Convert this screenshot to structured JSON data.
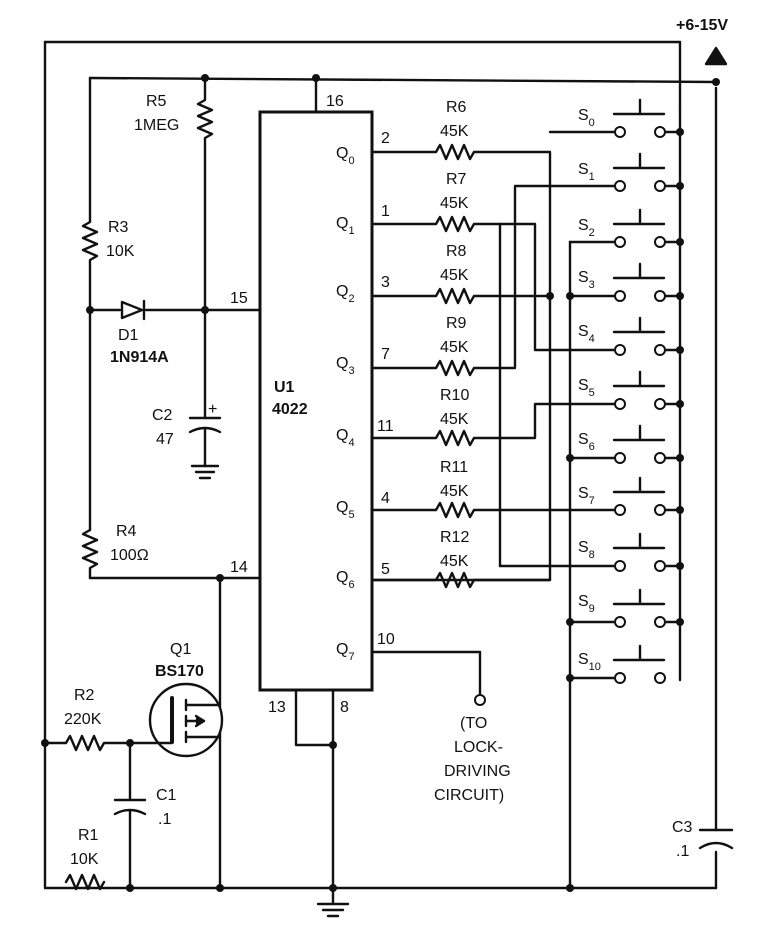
{
  "supply": "+6-15V",
  "u1": {
    "ref": "U1",
    "part": "4022"
  },
  "ic_pins": {
    "p16": "16",
    "p15": "15",
    "p14": "14",
    "p13": "13",
    "p8": "8",
    "q0": "2",
    "q1": "1",
    "q2": "3",
    "q3": "7",
    "q4": "11",
    "q5": "4",
    "q6": "5",
    "q7": "10"
  },
  "outputs": [
    {
      "base": "Q",
      "sub": "0"
    },
    {
      "base": "Q",
      "sub": "1"
    },
    {
      "base": "Q",
      "sub": "2"
    },
    {
      "base": "Q",
      "sub": "3"
    },
    {
      "base": "Q",
      "sub": "4"
    },
    {
      "base": "Q",
      "sub": "5"
    },
    {
      "base": "Q",
      "sub": "6"
    },
    {
      "base": "Q",
      "sub": "7"
    }
  ],
  "resistors": [
    {
      "ref": "R6",
      "value": "45K"
    },
    {
      "ref": "R7",
      "value": "45K"
    },
    {
      "ref": "R8",
      "value": "45K"
    },
    {
      "ref": "R9",
      "value": "45K"
    },
    {
      "ref": "R10",
      "value": "45K"
    },
    {
      "ref": "R11",
      "value": "45K"
    },
    {
      "ref": "R12",
      "value": "45K"
    }
  ],
  "r5": {
    "ref": "R5",
    "value": "1MEG"
  },
  "r3": {
    "ref": "R3",
    "value": "10K"
  },
  "r4": {
    "ref": "R4",
    "value": "100Ω"
  },
  "r2": {
    "ref": "R2",
    "value": "220K"
  },
  "r1": {
    "ref": "R1",
    "value": "10K"
  },
  "d1": {
    "ref": "D1",
    "part": "1N914A"
  },
  "c2": {
    "ref": "C2",
    "value": "47",
    "polarity": "+"
  },
  "c1": {
    "ref": "C1",
    "value": ".1"
  },
  "c3": {
    "ref": "C3",
    "value": ".1"
  },
  "q1": {
    "ref": "Q1",
    "part": "BS170"
  },
  "switches": [
    {
      "base": "S",
      "sub": "0"
    },
    {
      "base": "S",
      "sub": "1"
    },
    {
      "base": "S",
      "sub": "2"
    },
    {
      "base": "S",
      "sub": "3"
    },
    {
      "base": "S",
      "sub": "4"
    },
    {
      "base": "S",
      "sub": "5"
    },
    {
      "base": "S",
      "sub": "6"
    },
    {
      "base": "S",
      "sub": "7"
    },
    {
      "base": "S",
      "sub": "8"
    },
    {
      "base": "S",
      "sub": "9"
    },
    {
      "base": "S",
      "sub": "10"
    }
  ],
  "note": [
    "(TO",
    "LOCK-",
    "DRIVING",
    "CIRCUIT)"
  ]
}
